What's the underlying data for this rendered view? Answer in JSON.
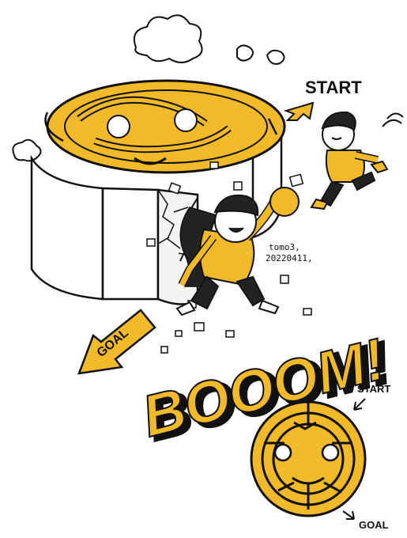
{
  "labels": {
    "start_top": "START",
    "goal_left": "GOAL",
    "boom": "BOOOM!",
    "signature_line1": "tomo3,",
    "signature_line2": "20220411,",
    "start_bottom": "START",
    "goal_bottom": "GOAL"
  },
  "colors": {
    "accent": "#f2b928",
    "ink": "#111111",
    "paper": "#ffffff"
  }
}
